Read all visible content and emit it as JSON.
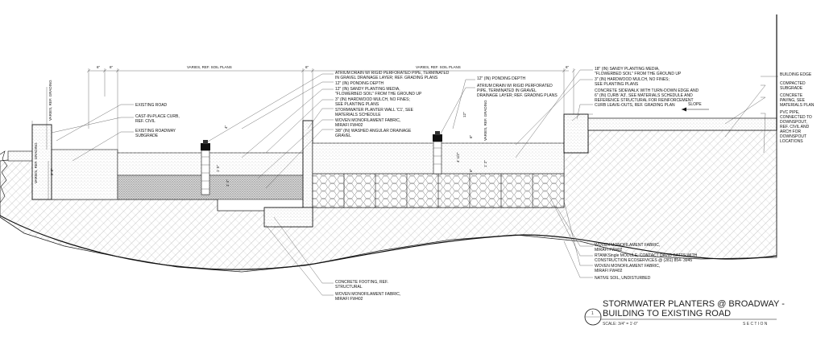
{
  "dimensions": {
    "top_left_6": "6\"",
    "top_left_6b": "6\"",
    "varies_left": "VARIES, REF. SOIL PLANS",
    "top_mid_6": "6\"",
    "varies_right": "VARIES, REF. SOIL PLANS",
    "top_right_6": "6\"",
    "varies_grading_1": "VARIES, REF. GRADING",
    "varies_grading_2": "VARIES, REF. GRADING",
    "varies_grading_3": "VARIES, REF. GRADING",
    "dim_4": "4\"",
    "dim_12": "12\"",
    "dim_6b": "6\"",
    "dim_2_5": "2' 5\"",
    "dim_1_5": "1' 5\"",
    "dim_4_1_2": "4' 1/2\"",
    "dim_1_4": "1' 4\"",
    "dim_6c": "6\"",
    "dim_1_2": "1' 2\""
  },
  "labels": {
    "existing_road": "EXISTING ROAD",
    "curb_1": "CAST-IN-PLACE CURB,",
    "curb_2": "REF. CIVIL",
    "subgrade_1": "EXISTING ROADWAY",
    "subgrade_2": "SUBGRADE",
    "atrium_l_1": "ATRIUM DRAIN W/ RIGID PERFORATED PIPE, TERMINATED",
    "atrium_l_2": "IN GRAVEL DRAINAGE LAYER; REF. GRADING PLANS",
    "ponding_l": "12\" (IN) PONDING DEPTH",
    "media_l_1": "12\" (IN) SANDY PLANTING MEDIA,",
    "media_l_2": "\"FLOWERBED SOIL\" FROM THE GROUND UP",
    "mulch_l_1": "3\" (IN) HARDWOOD MULCH, NO FINES;",
    "mulch_l_2": "SEE PLANTING PLANS",
    "wall_1": "STORMWATER PLANTER WALL 'C1', SEE",
    "wall_2": "MATERIALS SCHEDULE",
    "fabric_l_1": "WOVEN MONOFILAMENT FABRIC,",
    "fabric_l_2": "MIRAFI FW402",
    "gravel_1": "3/8\" (IN) WASHED ANGULAR DRAINAGE",
    "gravel_2": "GRAVEL",
    "ponding_r": "12\" (IN) PONDING DEPTH",
    "atrium_r_1": "ATRIUM DRAIN W/ RIGID PERFORATED",
    "atrium_r_2": "PIPE, TERMINATED IN GRAVEL",
    "atrium_r_3": "DRAINAGE LAYER; REF. GRADING PLANS",
    "media_r_1": "18\" (IN) SANDY PLANTING MEDIA,",
    "media_r_2": "\"FLOWERBED SOIL\" FROM THE GROUND UP",
    "mulch_r_1": "3\" (IN) HARDWOOD MULCH, NO FINES;",
    "mulch_r_2": "SEE PLANTING PLANS",
    "sidewalk_1": "CONCRETE SIDEWALK WITH TURN-DOWN EDGE AND",
    "sidewalk_2": "6\" (IN) CURB 'A3', SEE MATERIALS SCHEDULE AND",
    "sidewalk_3": "REFERENCE STRUCTURAL FOR REINFORCEMENT",
    "curb_leave_outs": "CURB LEAVE-OUTS, REF. GRADING PLAN",
    "slope": "SLOPE",
    "building_edge": "BUILDING EDGE",
    "compacted_1": "COMPACTED",
    "compacted_2": "SUBGRADE",
    "paving_1": "CONCRETE",
    "paving_2": "PAVING, SEE",
    "paving_3": "MATERIALS PLAN",
    "pvc_1": "PVC PIPE,",
    "pvc_2": "CONNECTED TO",
    "pvc_3": "DOWNSPOUT,",
    "pvc_4": "REF. CIVIL AND",
    "pvc_5": "ARCH FOR",
    "pvc_6": "DOWNSPOUT",
    "pvc_7": "LOCATIONS",
    "footing_1": "CONCRETE FOOTING, REF.",
    "footing_2": "STRUCTURAL",
    "fabric_b_1": "WOVEN MONOFILAMENT FABRIC,",
    "fabric_b_2": "MIRAFI FW402",
    "fabric_r_1": "WOVEN MONOFILAMENT FABRIC,",
    "fabric_r_2": "MIRAFI FW402",
    "rtank_1": "RTANKSingle MODULE, CONTACT DAVID BATTS WITH",
    "rtank_2": "CONSTRUCTION ECOSERVICES @ (281) 854- 3945",
    "fabric_r2_1": "WOVEN MONOFILAMENT FABRIC,",
    "fabric_r2_2": "MIRAFI FW402",
    "native_soil": "NATIVE SOIL, UNDISTURBED"
  },
  "title_block": {
    "detail_number": "1",
    "title_line_1": "STORMWATER PLANTERS @ BROADWAY -",
    "title_line_2": "BUILDING TO EXISTING ROAD",
    "scale": "SCALE: 3/4\" = 1'-0\"",
    "section": "S E C T I O N"
  }
}
